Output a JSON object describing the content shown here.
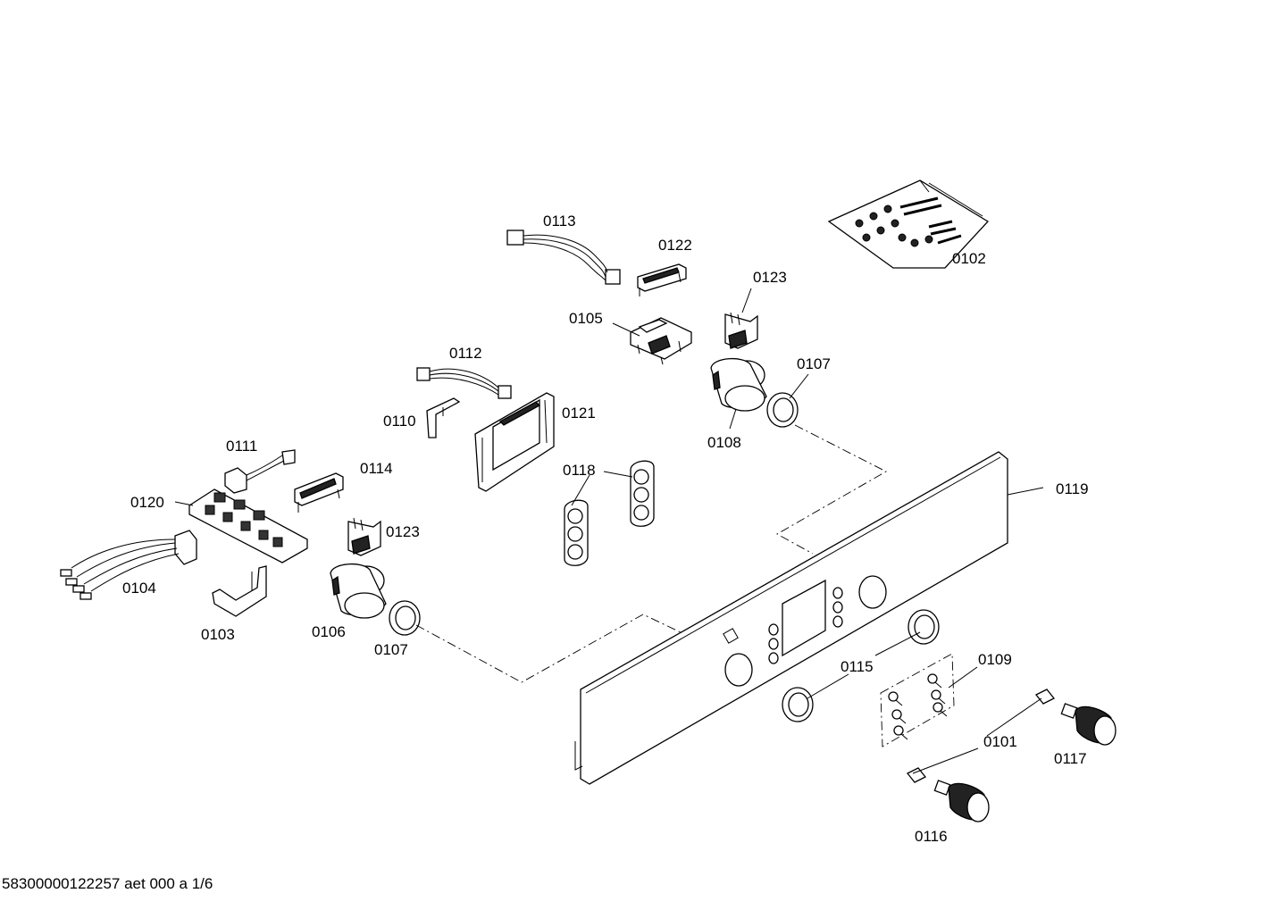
{
  "labels": {
    "p0113": "0113",
    "p0122": "0122",
    "p0102": "0102",
    "p0123a": "0123",
    "p0105": "0105",
    "p0107a": "0107",
    "p0112": "0112",
    "p0121": "0121",
    "p0110": "0110",
    "p0108": "0108",
    "p0111": "0111",
    "p0114": "0114",
    "p0118": "0118",
    "p0119": "0119",
    "p0120": "0120",
    "p0123b": "0123",
    "p0104": "0104",
    "p0103": "0103",
    "p0106": "0106",
    "p0107b": "0107",
    "p0115": "0115",
    "p0109": "0109",
    "p0101": "0101",
    "p0117": "0117",
    "p0116": "0116"
  },
  "footer": "58300000122257 aet 000 a 1/6"
}
